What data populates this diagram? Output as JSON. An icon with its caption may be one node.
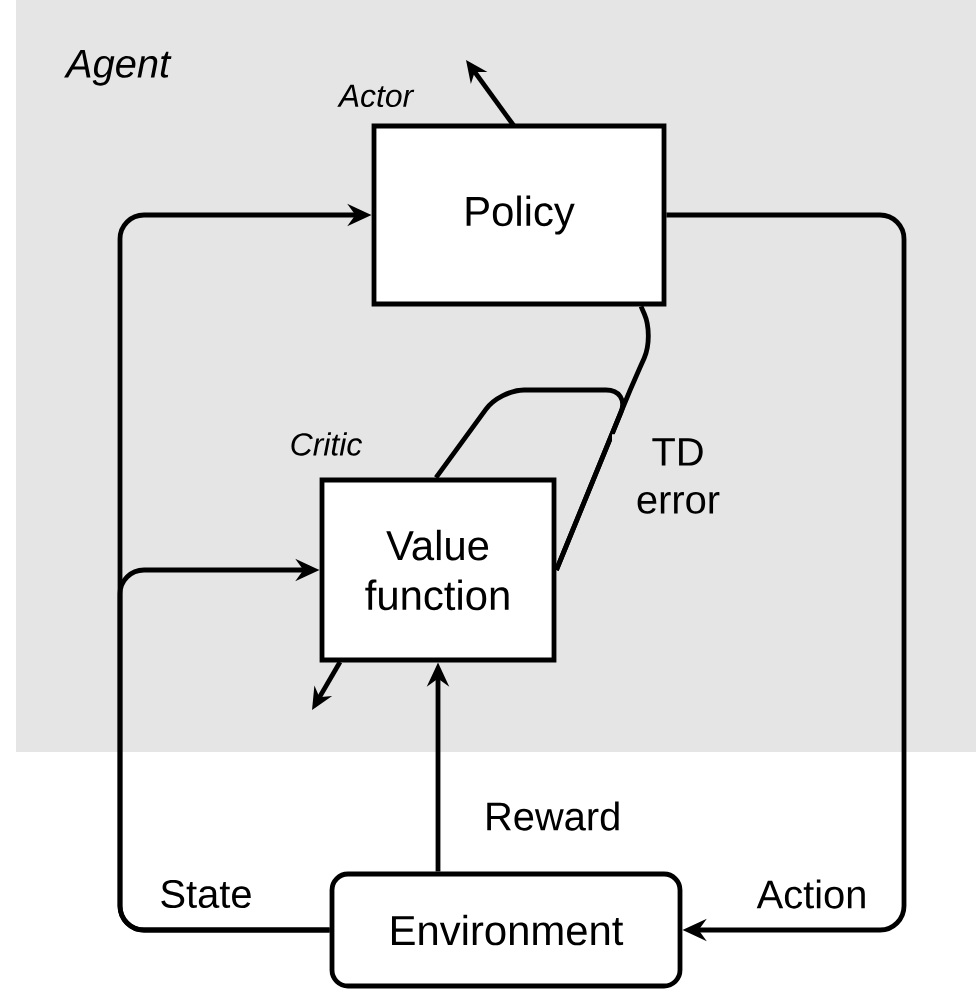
{
  "diagram": {
    "nodes": [
      {
        "text": [
          "Agent"
        ]
      },
      {
        "text": [
          "Policy"
        ],
        "in": 0,
        "beside": [
          "Actor"
        ]
      },
      {
        "text": [
          "Value function"
        ],
        "in": 0,
        "beside": [
          "Critic"
        ]
      },
      {
        "text": [
          "Environment"
        ]
      }
    ],
    "edges": [
      {
        "from": 3,
        "to": 1,
        "arrow": "to",
        "label": "State"
      },
      {
        "from": 3,
        "to": 2,
        "arrow": "to"
      },
      {
        "from": 1,
        "to": 3,
        "arrow": "to",
        "label": "Action"
      },
      {
        "from": 3,
        "to": 2,
        "arrow": "to",
        "label": "Reward"
      },
      {
        "from": 2,
        "to": 1,
        "arrow": "none",
        "label": "TD error"
      },
      {
        "from": 2,
        "to": 2,
        "arrow": "none"
      }
    ]
  }
}
